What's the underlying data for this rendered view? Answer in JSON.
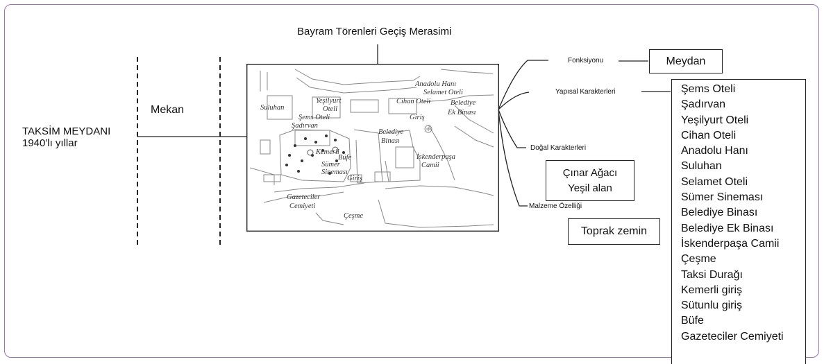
{
  "title": "Bayram Törenleri Geçiş Merasimi",
  "place": {
    "line1": "TAKSİM MEYDANI",
    "line2": "1940'lı yıllar"
  },
  "space_label": "Mekan",
  "branches": {
    "function": "Fonksiyonu",
    "structural": "Yapısal Karakterleri",
    "natural": "Doğal Karakterleri",
    "material": "Malzeme Özelliği"
  },
  "function_value": "Meydan",
  "natural_values": [
    "Çınar Ağacı",
    "Yeşil alan"
  ],
  "material_value": "Toprak zemin",
  "structural_items": [
    "Şems Oteli",
    "Şadırvan",
    "Yeşilyurt Oteli",
    "Cihan Oteli",
    "Anadolu Hanı",
    "Suluhan",
    "Selamet Oteli",
    "Sümer Sineması",
    "Belediye Binası",
    "Belediye Ek Binası",
    "İskenderpaşa Camii",
    "Çeşme",
    "Taksi Durağı",
    "Kemerli giriş",
    "Sütunlu giriş",
    "Büfe",
    "Gazeteciler Cemiyeti"
  ],
  "map_labels": {
    "anadolu": "Anadolu Hanı",
    "selamet": "Selamet Oteli",
    "yesilyurt1": "Yeşilyurt",
    "yesilyurt2": "Oteli",
    "cihan": "Cihan Oteli",
    "belediye": "Belediye",
    "ek_binasi": "Ek Binası",
    "suluhan": "Suluhan",
    "sems": "Şems Oteli",
    "sadirvan": "Şadırvan",
    "giris1": "Giriş",
    "belediye2": "Belediye",
    "binasi": "Binası",
    "kemerli": "Kemerli",
    "bufe": "Büfe",
    "sumer1": "Sümer",
    "sumer2": "Sineması",
    "iskender1": "İskenderpaşa",
    "iskender2": "Camii",
    "giris2": "Giriş",
    "gazeteciler1": "Gazeteciler",
    "gazeteciler2": "Cemiyeti",
    "cesme": "Çeşme"
  },
  "colors": {
    "frame": "#9a72b4",
    "line": "#222222",
    "map_stroke": "#777777"
  }
}
